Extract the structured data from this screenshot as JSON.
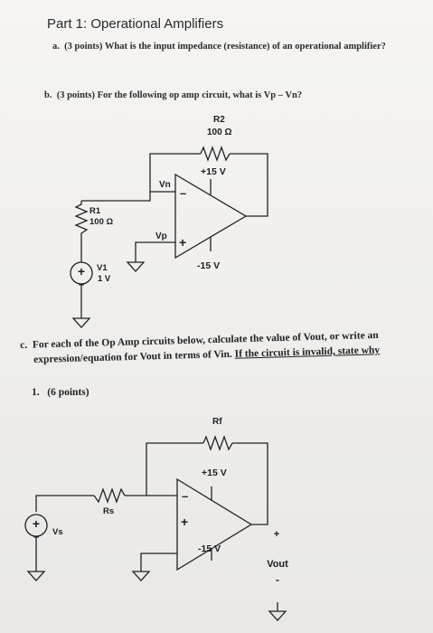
{
  "heading": "Part 1: Operational Amplifiers",
  "question_a": {
    "marker": "a.",
    "text": "(3 points) What is the input impedance (resistance) of an operational amplifier?"
  },
  "question_b": {
    "marker": "b.",
    "text": "(3 points) For the following op amp circuit, what is Vp – Vn?"
  },
  "question_c": {
    "marker": "c.",
    "line1": "For each of the Op Amp circuits below, calculate the value of Vout, or write an",
    "line2_start": "expression/equation for Vout in terms of Vin. ",
    "line2_underlined": "If the circuit is invalid, state why"
  },
  "item_1": {
    "marker": "1.",
    "text": "(6 points)"
  },
  "circuit_b": {
    "r2_name": "R2",
    "r2_value": "100 Ω",
    "r1_name": "R1",
    "r1_value": "100 Ω",
    "v1_name": "V1",
    "v1_value": "1 V",
    "pos_supply": "+15 V",
    "neg_supply": "-15 V",
    "vn_label": "Vn",
    "vp_label": "Vp",
    "minus_sign": "–",
    "plus_sign": "+"
  },
  "circuit_c": {
    "rf_name": "Rf",
    "rs_name": "Rs",
    "vs_name": "Vs",
    "pos_supply": "+15 V",
    "neg_supply": "-15 V",
    "vout_label": "Vout",
    "vout_plus": "+",
    "vout_minus": "-",
    "minus_sign": "–",
    "plus_sign": "+"
  }
}
